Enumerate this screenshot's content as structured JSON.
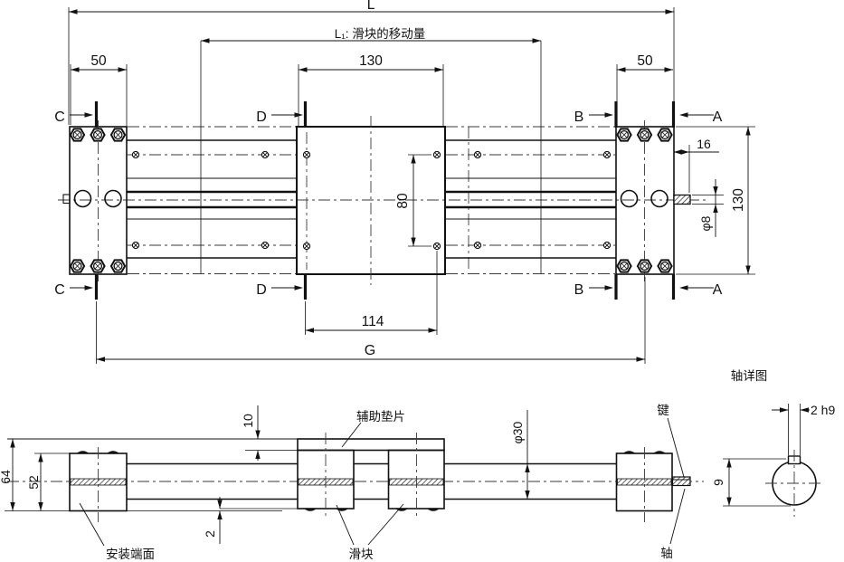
{
  "drawing": {
    "shaft_detail_title": "轴详图",
    "dims": {
      "L": "L",
      "L1_note": "L₁: 滑块的移动量",
      "left_end_width": "50",
      "slider_width": "130",
      "right_end_width": "50",
      "shaft_ext_length": "16",
      "shaft_dia": "φ8",
      "body_width": "130",
      "slider_hole_pitch": "80",
      "block_length": "114",
      "G": "G",
      "shim_height": "10",
      "total_height": "64",
      "end_height": "52",
      "bottom_clearance": "2",
      "tube_dia": "φ30",
      "key_height": "9",
      "key_width": "2 h9"
    },
    "sections": {
      "A": "A",
      "B": "B",
      "C": "C",
      "D": "D"
    },
    "labels": {
      "aux_shim": "辅助垫片",
      "mount_face": "安装端面",
      "slider": "滑块",
      "key": "键",
      "shaft": "轴"
    }
  }
}
